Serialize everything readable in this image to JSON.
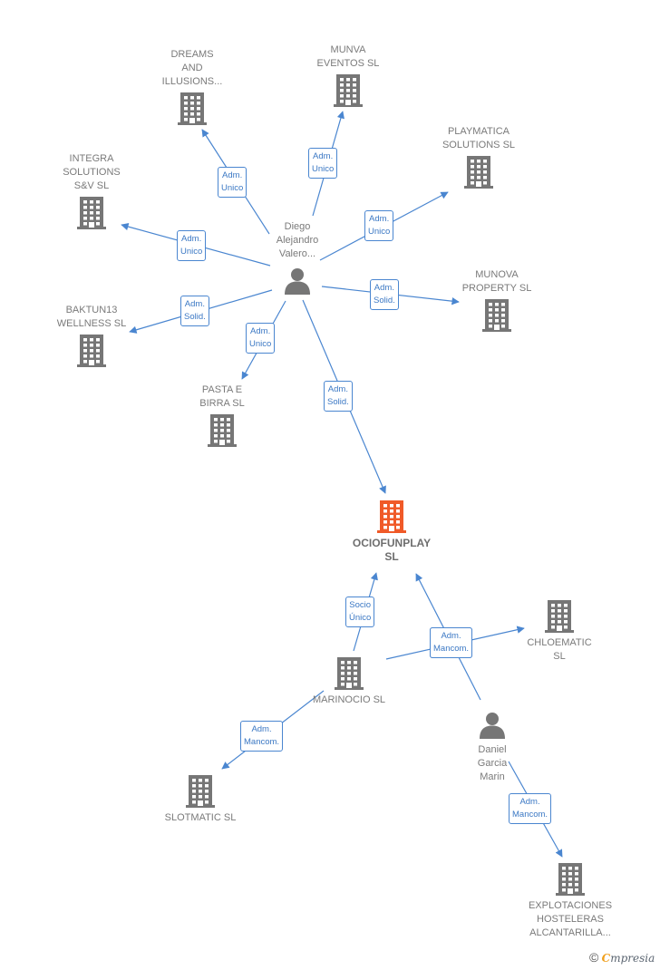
{
  "colors": {
    "edge": "#4a86d0",
    "building": "#767676",
    "focal": "#f05a28",
    "person": "#767676"
  },
  "nodes": [
    {
      "id": "dreams",
      "type": "company",
      "label": "DREAMS\nAND\nILLUSIONS..."
    },
    {
      "id": "munva",
      "type": "company",
      "label": "MUNVA\nEVENTOS  SL"
    },
    {
      "id": "playmatica",
      "type": "company",
      "label": "PLAYMATICA\nSOLUTIONS  SL"
    },
    {
      "id": "integra",
      "type": "company",
      "label": "INTEGRA\nSOLUTIONS\nS&V  SL"
    },
    {
      "id": "diego",
      "type": "person",
      "label": "Diego\nAlejandro\nValero..."
    },
    {
      "id": "munova",
      "type": "company",
      "label": "MUNOVA\nPROPERTY  SL"
    },
    {
      "id": "baktun",
      "type": "company",
      "label": "BAKTUN13\nWELLNESS  SL"
    },
    {
      "id": "pasta",
      "type": "company",
      "label": "PASTA E\nBIRRA SL"
    },
    {
      "id": "ociofun",
      "type": "focal",
      "label": "OCIOFUNPLAY\nSL"
    },
    {
      "id": "chloematic",
      "type": "company",
      "label": "CHLOEMATIC\nSL"
    },
    {
      "id": "marinocio",
      "type": "company",
      "label": "MARINOCIO SL"
    },
    {
      "id": "daniel",
      "type": "person",
      "label": "Daniel\nGarcia\nMarin"
    },
    {
      "id": "slotmatic",
      "type": "company",
      "label": "SLOTMATIC  SL"
    },
    {
      "id": "explot",
      "type": "company",
      "label": "EXPLOTACIONES\nHOSTELERAS\nALCANTARILLA..."
    }
  ],
  "edges": [
    {
      "from": "diego",
      "to": "dreams",
      "label": "Adm.\nUnico"
    },
    {
      "from": "diego",
      "to": "munva",
      "label": "Adm.\nUnico"
    },
    {
      "from": "diego",
      "to": "playmatica",
      "label": "Adm.\nUnico"
    },
    {
      "from": "diego",
      "to": "integra",
      "label": "Adm.\nUnico"
    },
    {
      "from": "diego",
      "to": "munova",
      "label": "Adm.\nSolid."
    },
    {
      "from": "diego",
      "to": "baktun",
      "label": "Adm.\nSolid."
    },
    {
      "from": "diego",
      "to": "pasta",
      "label": "Adm.\nUnico"
    },
    {
      "from": "diego",
      "to": "ociofun",
      "label": "Adm.\nSolid."
    },
    {
      "from": "marinocio",
      "to": "ociofun",
      "label": "Socio\nÚnico"
    },
    {
      "from": "daniel",
      "to": "ociofun",
      "label": "Adm.\nMancom."
    },
    {
      "from": "marinocio",
      "to": "chloematic",
      "label": "Adm.\nMancom."
    },
    {
      "from": "marinocio",
      "to": "slotmatic",
      "label": "Adm.\nMancom."
    },
    {
      "from": "daniel",
      "to": "explot",
      "label": "Adm.\nMancom."
    }
  ],
  "footer": {
    "copyright": "©",
    "brand_first": "C",
    "brand_rest": "mpresia"
  }
}
